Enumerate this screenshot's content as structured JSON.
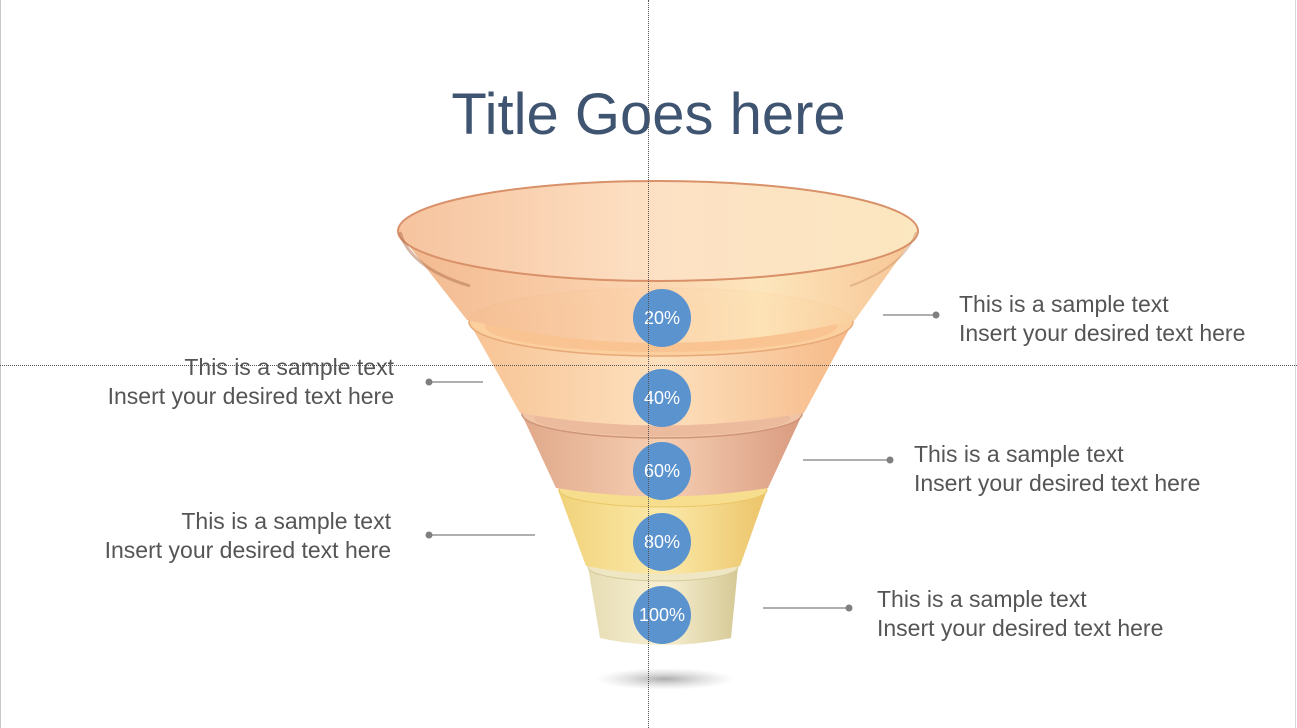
{
  "title": "Title Goes here",
  "colors": {
    "title": "#3f5470",
    "badge": "#5b93cf",
    "text": "#555555"
  },
  "stages": [
    {
      "percent": "20%",
      "line1": "This is a sample text",
      "line2": "Insert your desired text here"
    },
    {
      "percent": "40%",
      "line1": "This is a sample text",
      "line2": "Insert your desired text here"
    },
    {
      "percent": "60%",
      "line1": "This is a sample text",
      "line2": "Insert your desired text here"
    },
    {
      "percent": "80%",
      "line1": "This is a sample text",
      "line2": "Insert your desired text here"
    },
    {
      "percent": "100%",
      "line1": "This is a sample text",
      "line2": "Insert your desired text here"
    }
  ]
}
